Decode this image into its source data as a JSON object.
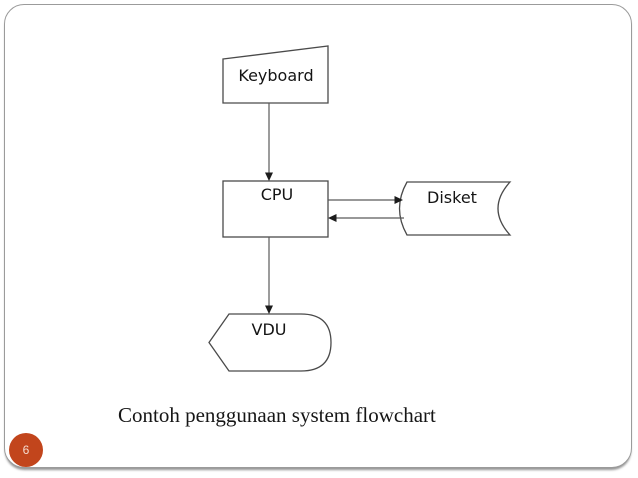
{
  "slide": {
    "caption": "Contoh penggunaan system flowchart",
    "page_number": "6"
  },
  "flowchart": {
    "nodes": {
      "keyboard": {
        "label": "Keyboard",
        "shape": "manual-input"
      },
      "cpu": {
        "label": "CPU",
        "shape": "process-rectangle"
      },
      "disket": {
        "label": "Disket",
        "shape": "direct-access-storage-cylinder"
      },
      "vdu": {
        "label": "VDU",
        "shape": "display"
      }
    },
    "edges": [
      {
        "from": "keyboard",
        "to": "cpu",
        "direction": "down"
      },
      {
        "from": "cpu",
        "to": "disket",
        "direction": "right"
      },
      {
        "from": "disket",
        "to": "cpu",
        "direction": "left"
      },
      {
        "from": "cpu",
        "to": "vdu",
        "direction": "down"
      }
    ]
  },
  "colors": {
    "page_circle": "#C2451C",
    "shape_stroke": "#4a4a4a",
    "slide_border": "#9b9b9b",
    "text": "#141414"
  }
}
